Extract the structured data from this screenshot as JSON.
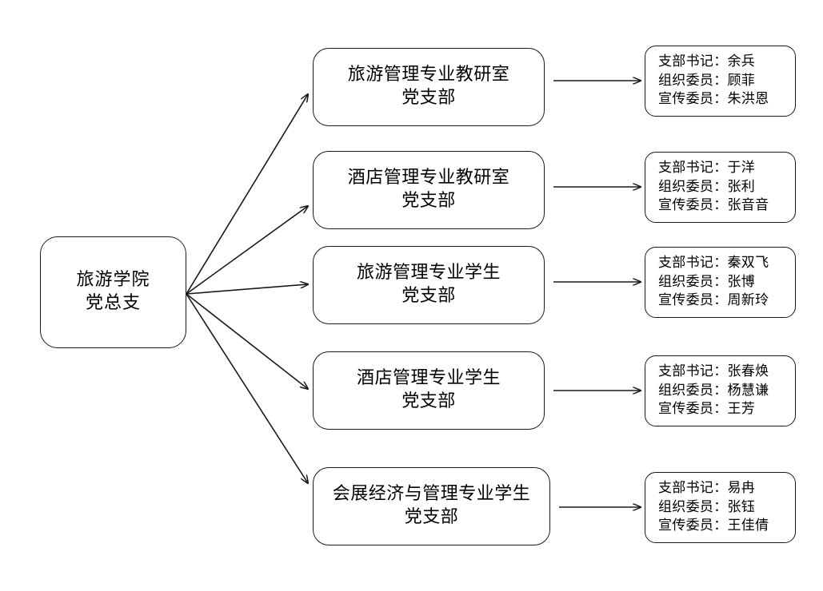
{
  "diagram": {
    "type": "organization-chart",
    "orientation": "left-to-right",
    "root": {
      "line1": "旅游学院",
      "line2": "党总支",
      "full_text": "旅游学院党总支"
    },
    "branches": [
      {
        "id": "tourism-management-teaching-office",
        "line1": "旅游管理专业教研室",
        "line2": "党支部",
        "full_text": "旅游管理专业教研室党支部",
        "members": [
          {
            "role": "支部书记：",
            "name": "余兵"
          },
          {
            "role": "组织委员：",
            "name": "顾菲"
          },
          {
            "role": "宣传委员：",
            "name": "朱洪恩"
          }
        ]
      },
      {
        "id": "hotel-management-teaching-office",
        "line1": "酒店管理专业教研室",
        "line2": "党支部",
        "full_text": "酒店管理专业教研室党支部",
        "members": [
          {
            "role": "支部书记：",
            "name": "于洋"
          },
          {
            "role": "组织委员：",
            "name": "张利"
          },
          {
            "role": "宣传委员：",
            "name": "张音音"
          }
        ]
      },
      {
        "id": "tourism-management-students",
        "line1": "旅游管理专业学生",
        "line2": "党支部",
        "full_text": "旅游管理专业学生党支部",
        "members": [
          {
            "role": "支部书记：",
            "name": "秦双飞"
          },
          {
            "role": "组织委员：",
            "name": "张博"
          },
          {
            "role": "宣传委员：",
            "name": "周新玲"
          }
        ]
      },
      {
        "id": "hotel-management-students",
        "line1": "酒店管理专业学生",
        "line2": "党支部",
        "full_text": "酒店管理专业学生党支部",
        "members": [
          {
            "role": "支部书记：",
            "name": "张春焕"
          },
          {
            "role": "组织委员：",
            "name": "杨慧谦"
          },
          {
            "role": "宣传委员：",
            "name": "王芳"
          }
        ]
      },
      {
        "id": "exhibition-economy-management-students",
        "line1": "会展经济与管理专业学生",
        "line2": "党支部",
        "full_text": "会展经济与管理专业学生党支部",
        "members": [
          {
            "role": "支部书记：",
            "name": "易冉"
          },
          {
            "role": "组织委员：",
            "name": "张钰"
          },
          {
            "role": "宣传委员：",
            "name": "王佳倩"
          }
        ]
      }
    ],
    "colors": {
      "background": "#ffffff",
      "stroke": "#1a1a1a",
      "text": "#000000"
    }
  }
}
